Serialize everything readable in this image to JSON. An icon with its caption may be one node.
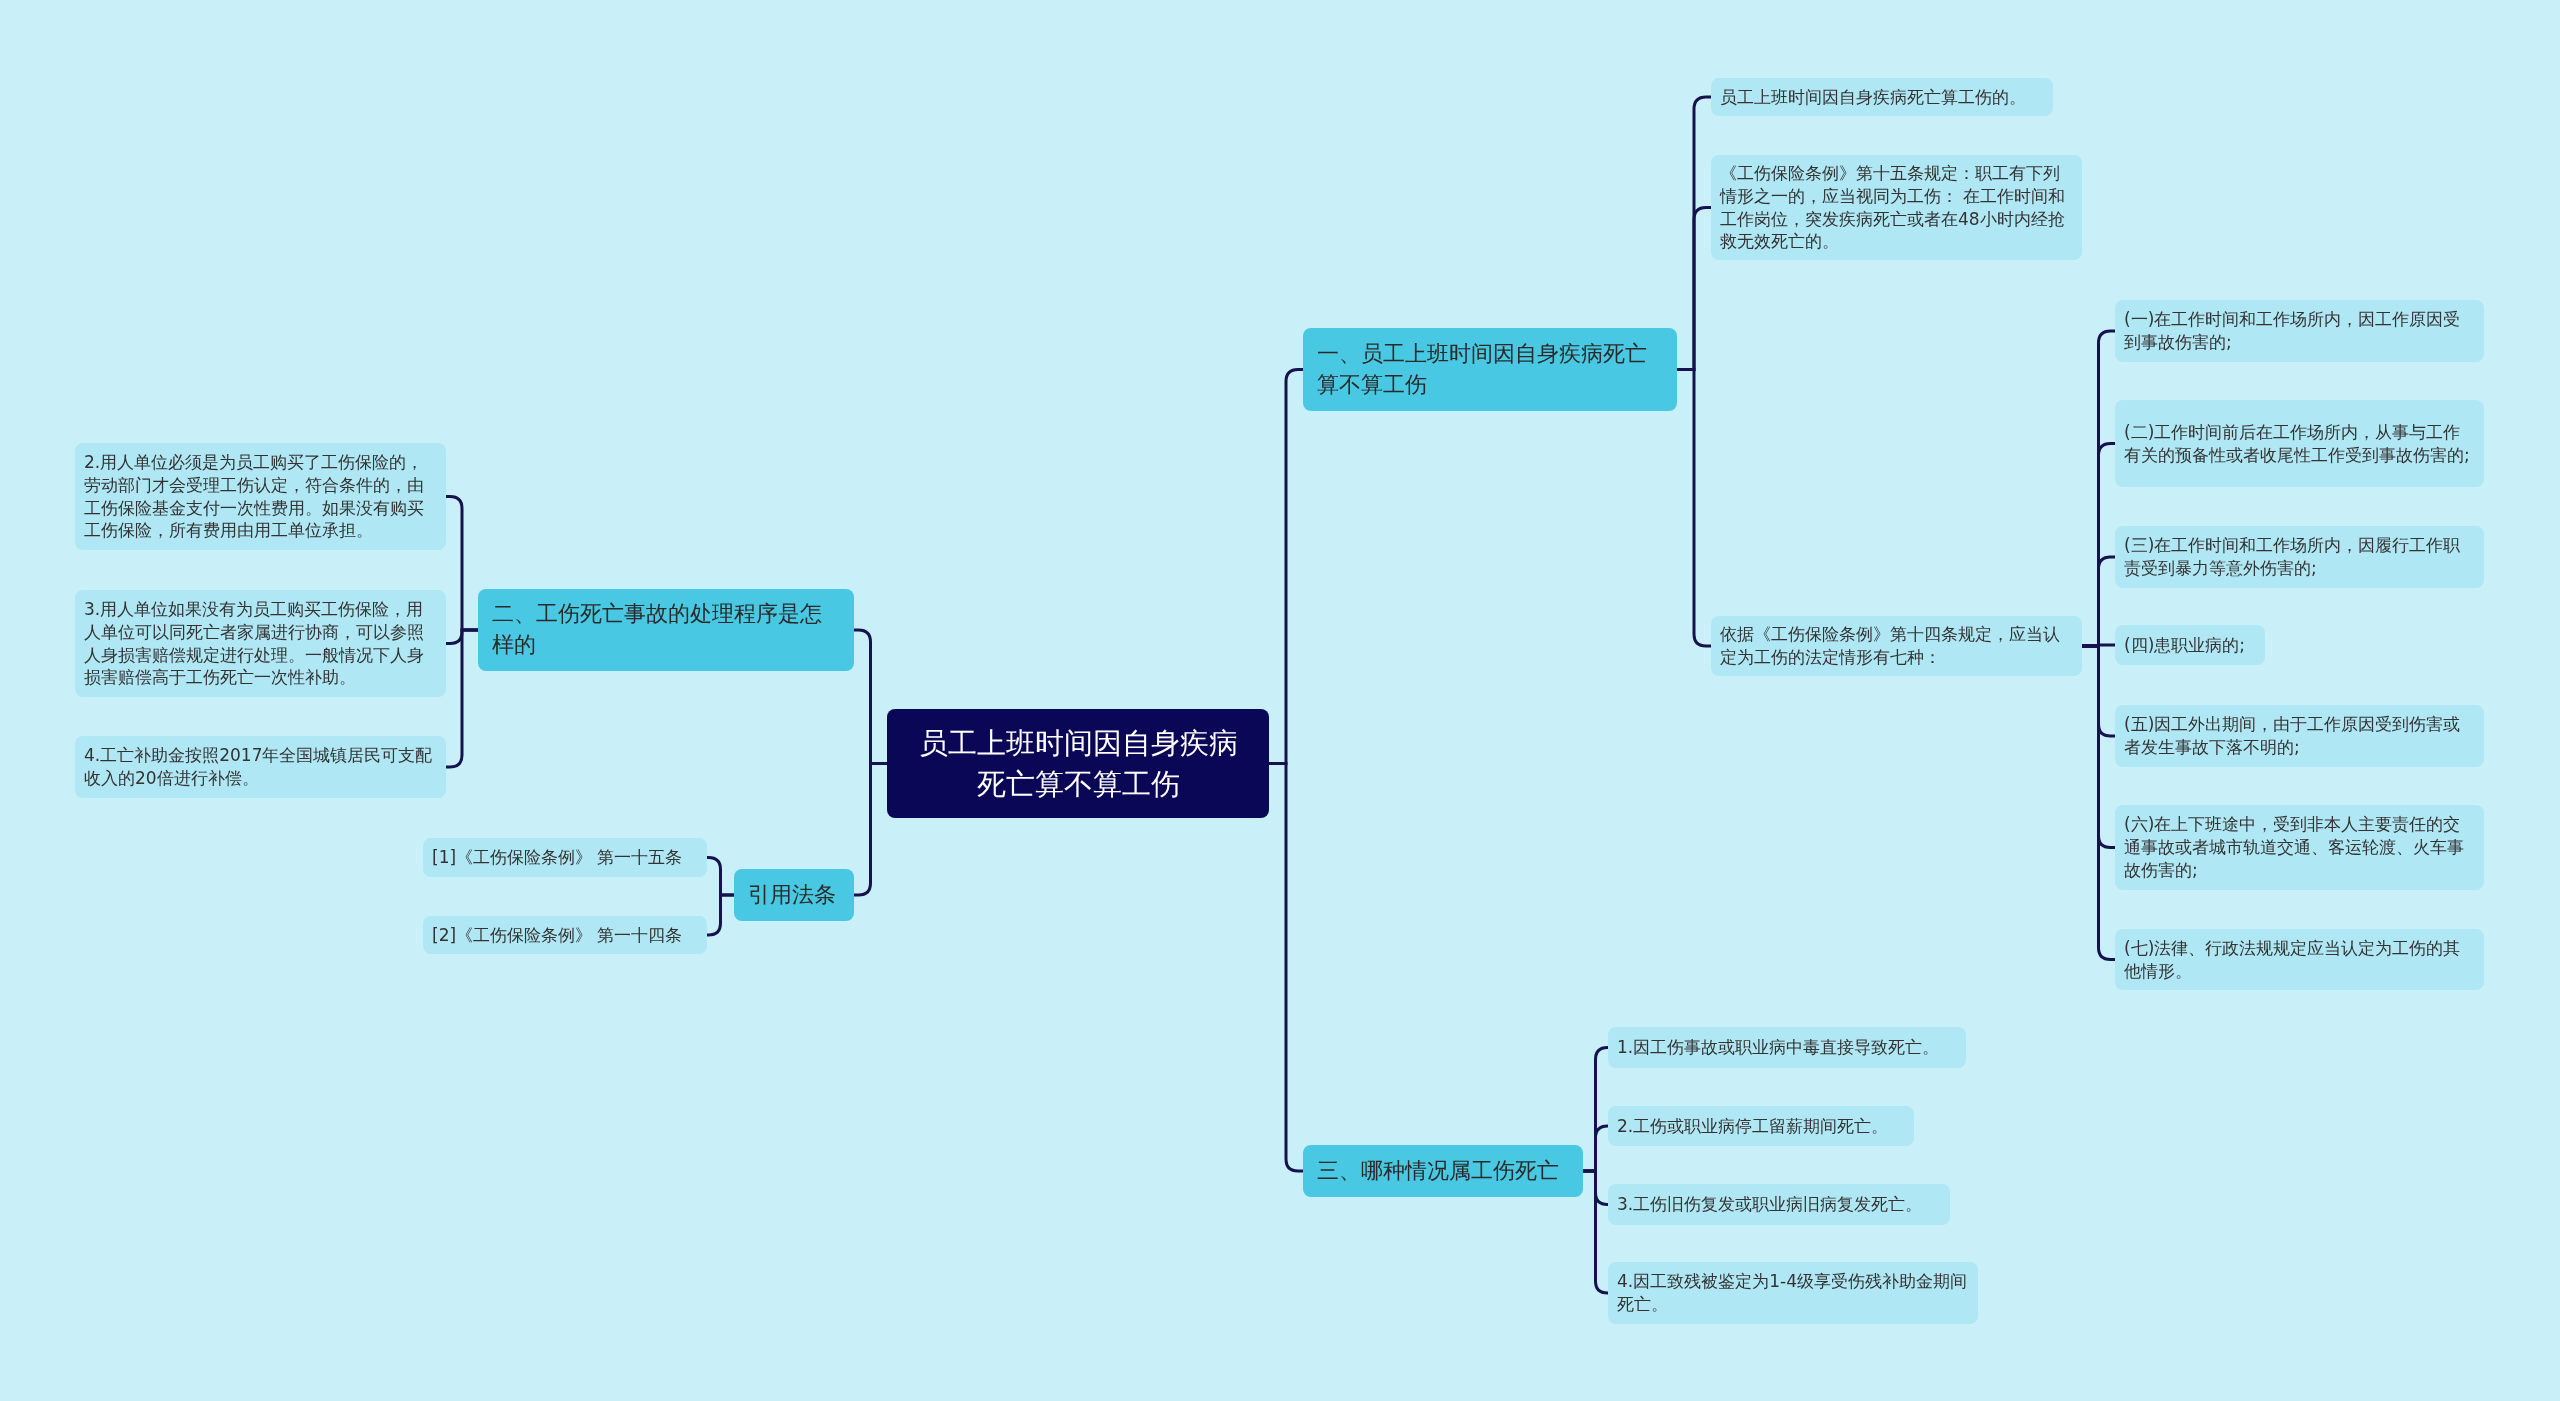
{
  "diagram": {
    "nodes": [
      {
        "text": [
          "员工上班时间因自身疾病死亡算不算工伤"
        ]
      },
      {
        "text": [
          "一、员工上班时间因自身疾病死亡算不算工伤"
        ]
      },
      {
        "text": [
          "员工上班时间因自身疾病死亡算工伤的。"
        ]
      },
      {
        "text": [
          "《工伤保险条例》第十五条规定：职工有下列情形之一的，应当视同为工伤： 在工作时间和工作岗位，突发疾病死亡或者在48小时内经抢救无效死亡的。"
        ]
      },
      {
        "text": [
          "依据《工伤保险条例》第十四条规定，应当认定为工伤的法定情形有七种："
        ]
      },
      {
        "text": [
          "(一)在工作时间和工作场所内，因工作原因受到事故伤害的;"
        ]
      },
      {
        "text": [
          "(二)工作时间前后在工作场所内，从事与工作有关的预备性或者收尾性工作受到事故伤害的;"
        ]
      },
      {
        "text": [
          "(三)在工作时间和工作场所内，因履行工作职责受到暴力等意外伤害的;"
        ]
      },
      {
        "text": [
          "(四)患职业病的;"
        ]
      },
      {
        "text": [
          "(五)因工外出期间，由于工作原因受到伤害或者发生事故下落不明的;"
        ]
      },
      {
        "text": [
          "(六)在上下班途中，受到非本人主要责任的交通事故或者城市轨道交通、客运轮渡、火车事故伤害的;"
        ]
      },
      {
        "text": [
          "(七)法律、行政法规规定应当认定为工伤的其他情形。"
        ]
      },
      {
        "text": [
          "三、哪种情况属工伤死亡"
        ]
      },
      {
        "text": [
          "1.因工伤事故或职业病中毒直接导致死亡。"
        ]
      },
      {
        "text": [
          "2.工伤或职业病停工留薪期间死亡。"
        ]
      },
      {
        "text": [
          "3.工伤旧伤复发或职业病旧病复发死亡。"
        ]
      },
      {
        "text": [
          "4.因工致残被鉴定为1-4级享受伤残补助金期间死亡。"
        ]
      },
      {
        "text": [
          "二、工伤死亡事故的处理程序是怎样的"
        ]
      },
      {
        "text": [
          "2.用人单位必须是为员工购买了工伤保险的，劳动部门才会受理工伤认定，符合条件的，由工伤保险基金支付一次性费用。如果没有购买工伤保险，所有费用由用工单位承担。"
        ]
      },
      {
        "text": [
          "3.用人单位如果没有为员工购买工伤保险，用人单位可以同死亡者家属进行协商，可以参照人身损害赔偿规定进行处理。一般情况下人身损害赔偿高于工伤死亡一次性补助。"
        ]
      },
      {
        "text": [
          "4.工亡补助金按照2017年全国城镇居民可支配收入的20倍进行补偿。"
        ]
      },
      {
        "text": [
          "引用法条"
        ]
      },
      {
        "text": [
          "[1]《工伤保险条例》 第一十五条"
        ]
      },
      {
        "text": [
          "[2]《工伤保险条例》 第一十四条"
        ]
      }
    ],
    "edges": [
      {
        "from": 0,
        "to": 1,
        "arrow": "none"
      },
      {
        "from": 1,
        "to": 2,
        "arrow": "none"
      },
      {
        "from": 1,
        "to": 3,
        "arrow": "none"
      },
      {
        "from": 1,
        "to": 4,
        "arrow": "none"
      },
      {
        "from": 4,
        "to": 5,
        "arrow": "none"
      },
      {
        "from": 4,
        "to": 6,
        "arrow": "none"
      },
      {
        "from": 4,
        "to": 7,
        "arrow": "none"
      },
      {
        "from": 4,
        "to": 8,
        "arrow": "none"
      },
      {
        "from": 4,
        "to": 9,
        "arrow": "none"
      },
      {
        "from": 4,
        "to": 10,
        "arrow": "none"
      },
      {
        "from": 4,
        "to": 11,
        "arrow": "none"
      },
      {
        "from": 0,
        "to": 12,
        "arrow": "none"
      },
      {
        "from": 12,
        "to": 13,
        "arrow": "none"
      },
      {
        "from": 12,
        "to": 14,
        "arrow": "none"
      },
      {
        "from": 12,
        "to": 15,
        "arrow": "none"
      },
      {
        "from": 12,
        "to": 16,
        "arrow": "none"
      },
      {
        "from": 0,
        "to": 17,
        "arrow": "none"
      },
      {
        "from": 17,
        "to": 18,
        "arrow": "none"
      },
      {
        "from": 17,
        "to": 19,
        "arrow": "none"
      },
      {
        "from": 17,
        "to": 20,
        "arrow": "none"
      },
      {
        "from": 0,
        "to": 21,
        "arrow": "none"
      },
      {
        "from": 21,
        "to": 22,
        "arrow": "none"
      },
      {
        "from": 21,
        "to": 23,
        "arrow": "none"
      }
    ]
  }
}
